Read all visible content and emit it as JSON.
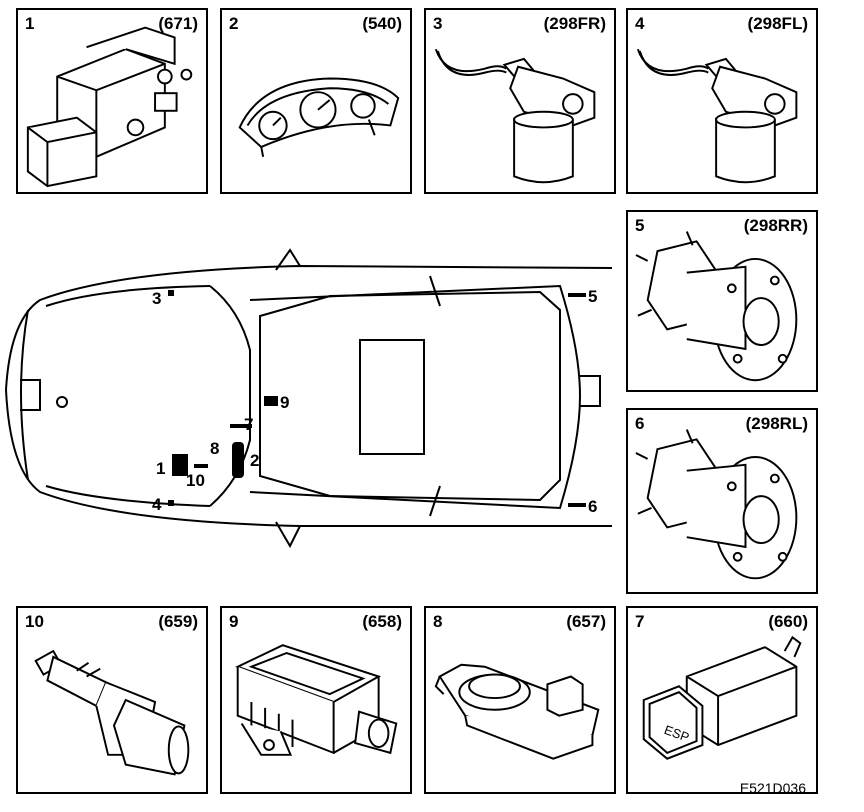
{
  "reference_code": "E521D036",
  "panels": [
    {
      "num": "1",
      "code": "(671)"
    },
    {
      "num": "2",
      "code": "(540)"
    },
    {
      "num": "3",
      "code": "(298FR)"
    },
    {
      "num": "4",
      "code": "(298FL)"
    },
    {
      "num": "5",
      "code": "(298RR)"
    },
    {
      "num": "6",
      "code": "(298RL)"
    },
    {
      "num": "10",
      "code": "(659)"
    },
    {
      "num": "9",
      "code": "(658)"
    },
    {
      "num": "8",
      "code": "(657)"
    },
    {
      "num": "7",
      "code": "(660)"
    }
  ],
  "callouts": [
    "1",
    "2",
    "3",
    "4",
    "5",
    "6",
    "7",
    "8",
    "9",
    "10"
  ],
  "esp_button_text": "ESP"
}
